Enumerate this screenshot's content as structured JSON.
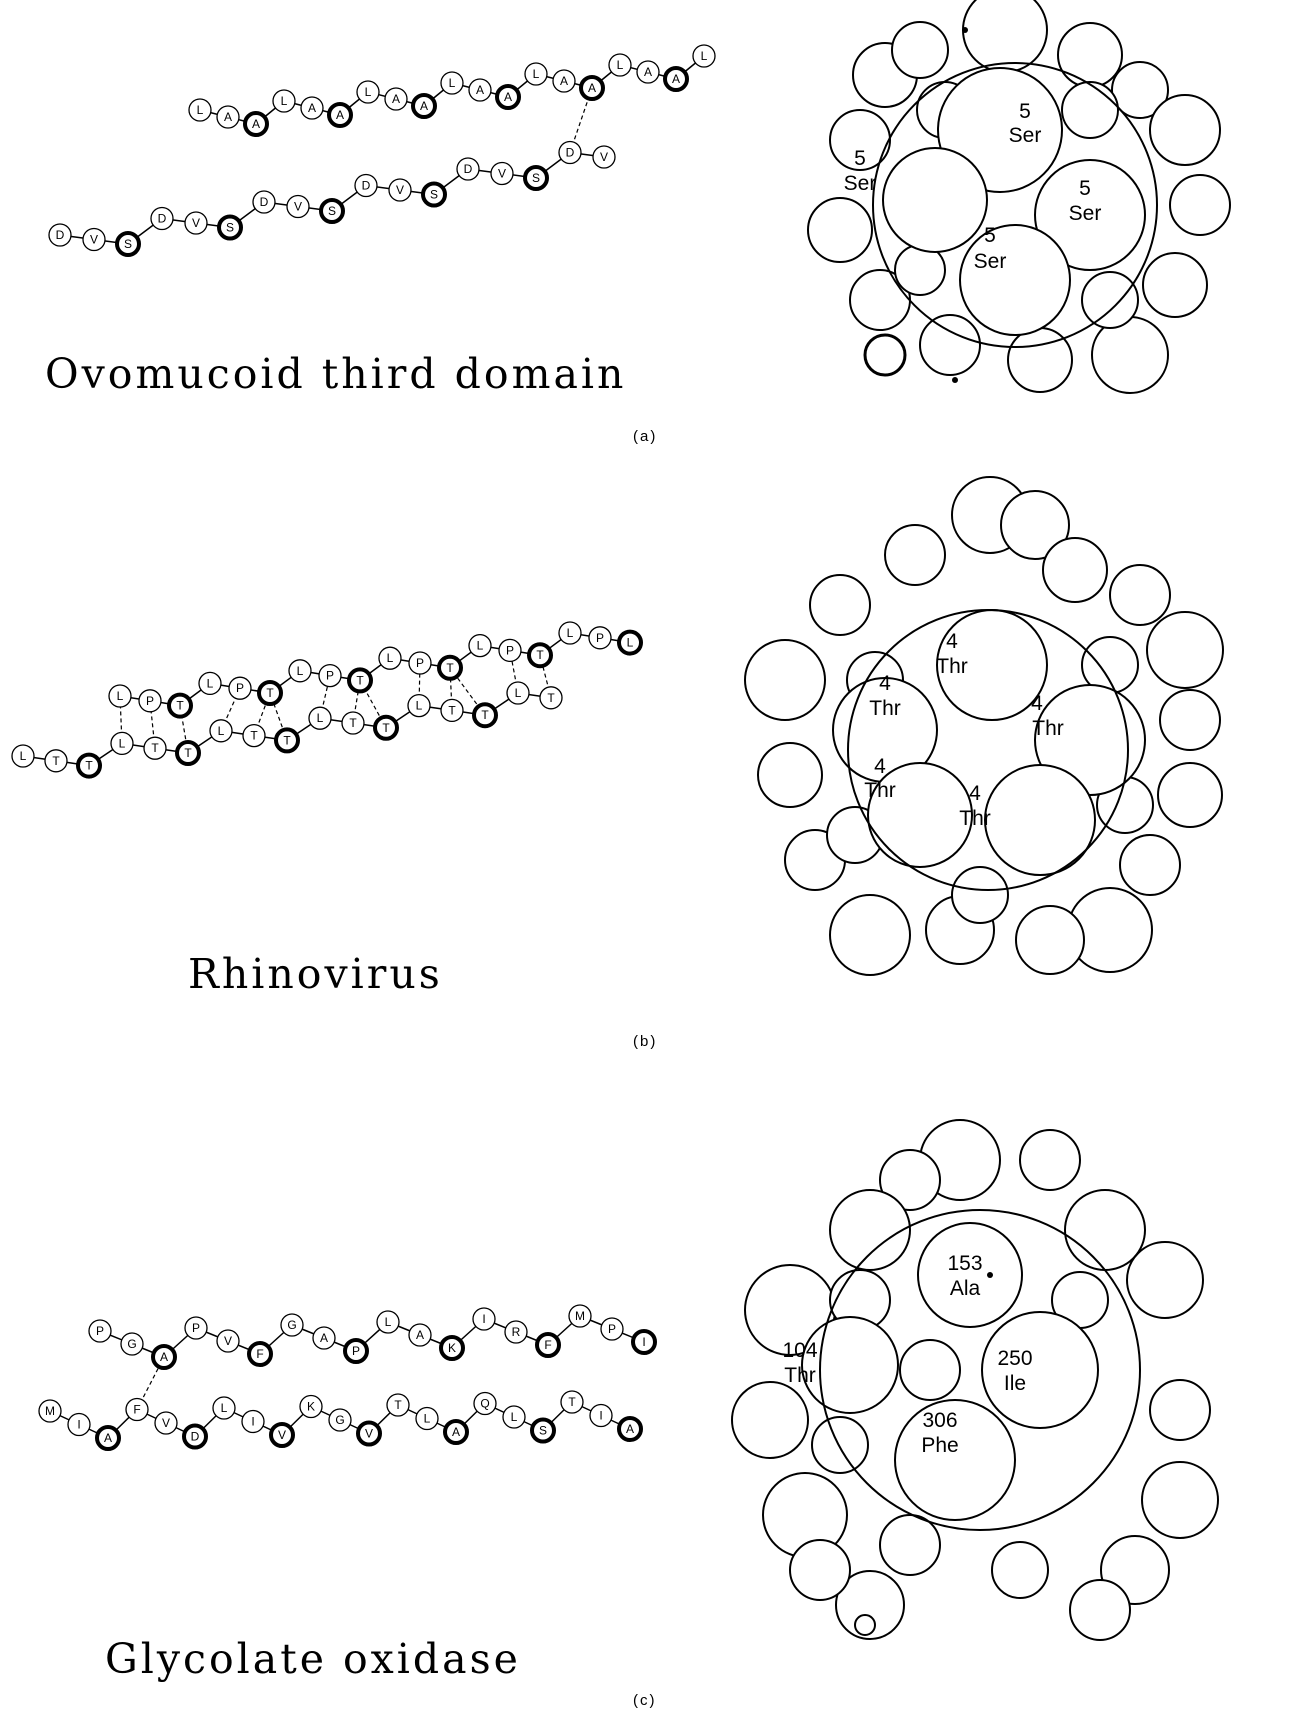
{
  "panels": [
    {
      "id": "a",
      "title": "Ovomucoid third domain",
      "tag": "(a)",
      "residues_top": [
        "L",
        "A",
        "A",
        "L",
        "A",
        "A",
        "L",
        "A",
        "A",
        "L",
        "A",
        "A",
        "L",
        "A",
        "A",
        "L",
        "A",
        "A",
        "L"
      ],
      "residues_bottom": [
        "D",
        "V",
        "S",
        "D",
        "V",
        "S",
        "D",
        "V",
        "S",
        "D",
        "V",
        "S",
        "D",
        "V",
        "S",
        "D",
        "V"
      ],
      "barrel_labels": [
        {
          "num": "5",
          "name": "Ser"
        },
        {
          "num": "5",
          "name": "Ser"
        },
        {
          "num": "5",
          "name": "Ser"
        },
        {
          "num": "5",
          "name": "Ser"
        }
      ]
    },
    {
      "id": "b",
      "title": "Rhinovirus",
      "tag": "(b)",
      "residues_top": [
        "L",
        "P",
        "T",
        "L",
        "P",
        "T",
        "L",
        "P",
        "T",
        "L",
        "P",
        "T",
        "L",
        "P",
        "T",
        "L",
        "P",
        "L"
      ],
      "residues_bottom": [
        "L",
        "T",
        "T",
        "L",
        "T",
        "T",
        "L",
        "T",
        "T",
        "L",
        "T",
        "T",
        "L",
        "T",
        "T",
        "L",
        "T"
      ],
      "barrel_labels": [
        {
          "num": "4",
          "name": "Thr"
        },
        {
          "num": "4",
          "name": "Thr"
        },
        {
          "num": "4",
          "name": "Thr"
        },
        {
          "num": "4",
          "name": "Thr"
        },
        {
          "num": "4",
          "name": "Thr"
        }
      ]
    },
    {
      "id": "c",
      "title": "Glycolate oxidase",
      "tag": "(c)",
      "residues_top": [
        "P",
        "G",
        "A",
        "P",
        "V",
        "F",
        "G",
        "A",
        "P",
        "L",
        "A",
        "K",
        "I",
        "R",
        "F",
        "M",
        "P",
        "I"
      ],
      "residues_bottom": [
        "M",
        "I",
        "A",
        "F",
        "V",
        "D",
        "L",
        "I",
        "V",
        "K",
        "G",
        "V",
        "T",
        "L",
        "A",
        "Q",
        "L",
        "S",
        "T",
        "I",
        "A"
      ],
      "barrel_labels": [
        {
          "num": "153",
          "name": "Ala"
        },
        {
          "num": "104",
          "name": "Thr"
        },
        {
          "num": "250",
          "name": "Ile"
        },
        {
          "num": "306",
          "name": "Phe"
        }
      ]
    }
  ]
}
